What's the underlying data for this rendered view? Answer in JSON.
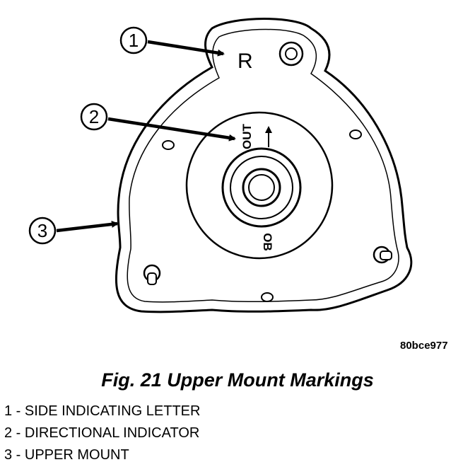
{
  "figure": {
    "ref_code": "80bce977",
    "caption": "Fig. 21 Upper Mount Markings",
    "mark_side_letter": "R",
    "mark_out": "OUT",
    "mark_bottom": "OB"
  },
  "callouts": [
    {
      "number": "1",
      "label": "SIDE INDICATING LETTER"
    },
    {
      "number": "2",
      "label": "DIRECTIONAL INDICATOR"
    },
    {
      "number": "3",
      "label": "UPPER MOUNT"
    }
  ],
  "legend": [
    "1 - SIDE INDICATING LETTER",
    "2 - DIRECTIONAL INDICATOR",
    "3 - UPPER MOUNT"
  ]
}
